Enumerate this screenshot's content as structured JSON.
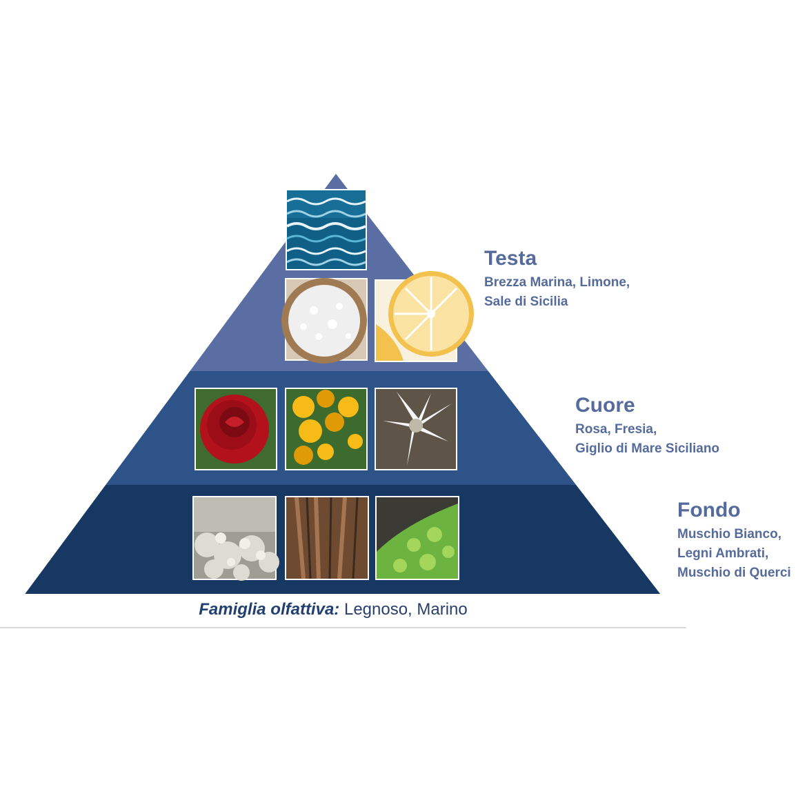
{
  "colors": {
    "top_tier": "#5a6ea3",
    "middle_tier": "#2f5288",
    "bottom_tier": "#143764",
    "base_band": "#ffffff",
    "label_text": "#556b9b",
    "family_prefix": "#21406f",
    "family_value": "#2a3f6a",
    "tile_border": "#ffffff"
  },
  "tiers": [
    {
      "id": "testa",
      "title": "Testa",
      "notes": "Brezza Marina, Limone,\nSale di Sicilia",
      "images": [
        {
          "icon": "sea-waves-icon",
          "palette": [
            "#0f5f86",
            "#1e8bb2",
            "#e6f3f8"
          ]
        },
        {
          "icon": "sea-salt-icon",
          "palette": [
            "#a07a52",
            "#efefef",
            "#ffffff"
          ]
        },
        {
          "icon": "lemon-icon",
          "palette": [
            "#f2c14e",
            "#fbe3a3",
            "#ffffff"
          ]
        }
      ]
    },
    {
      "id": "cuore",
      "title": "Cuore",
      "notes": "Rosa, Fresia,\nGiglio di Mare Siciliano",
      "images": [
        {
          "icon": "rose-icon",
          "palette": [
            "#3f6b2e",
            "#b3111c",
            "#7b0a12"
          ]
        },
        {
          "icon": "freesia-icon",
          "palette": [
            "#3d6b2d",
            "#f7bb18",
            "#e09a05"
          ]
        },
        {
          "icon": "sea-lily-icon",
          "palette": [
            "#5e5448",
            "#f6f6f6",
            "#bfb9a8"
          ]
        }
      ]
    },
    {
      "id": "fondo",
      "title": "Fondo",
      "notes": "Muschio Bianco,\nLegni Ambrati,\nMuschio di Querci",
      "images": [
        {
          "icon": "white-moss-icon",
          "palette": [
            "#9d9d93",
            "#dcdcd2",
            "#f0f0e8"
          ]
        },
        {
          "icon": "amber-wood-icon",
          "palette": [
            "#6d4a30",
            "#a57450",
            "#3b2a1d"
          ]
        },
        {
          "icon": "oak-moss-icon",
          "palette": [
            "#3c3a34",
            "#6db33f",
            "#a3d65a"
          ]
        }
      ]
    }
  ],
  "family": {
    "prefix": "Famiglia olfattiva:",
    "value": " Legnoso, Marino"
  }
}
